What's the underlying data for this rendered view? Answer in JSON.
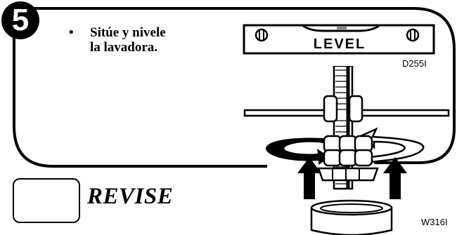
{
  "step": {
    "number": "5"
  },
  "instruction": {
    "bullet": "•",
    "text_line1": "Sitúe y nivele",
    "text_line2": "la lavadora."
  },
  "level_tool": {
    "label": "LEVEL",
    "figure_code": "D255I"
  },
  "adjust_figure": {
    "figure_code": "W316I"
  },
  "check": {
    "label": "REVISE"
  }
}
